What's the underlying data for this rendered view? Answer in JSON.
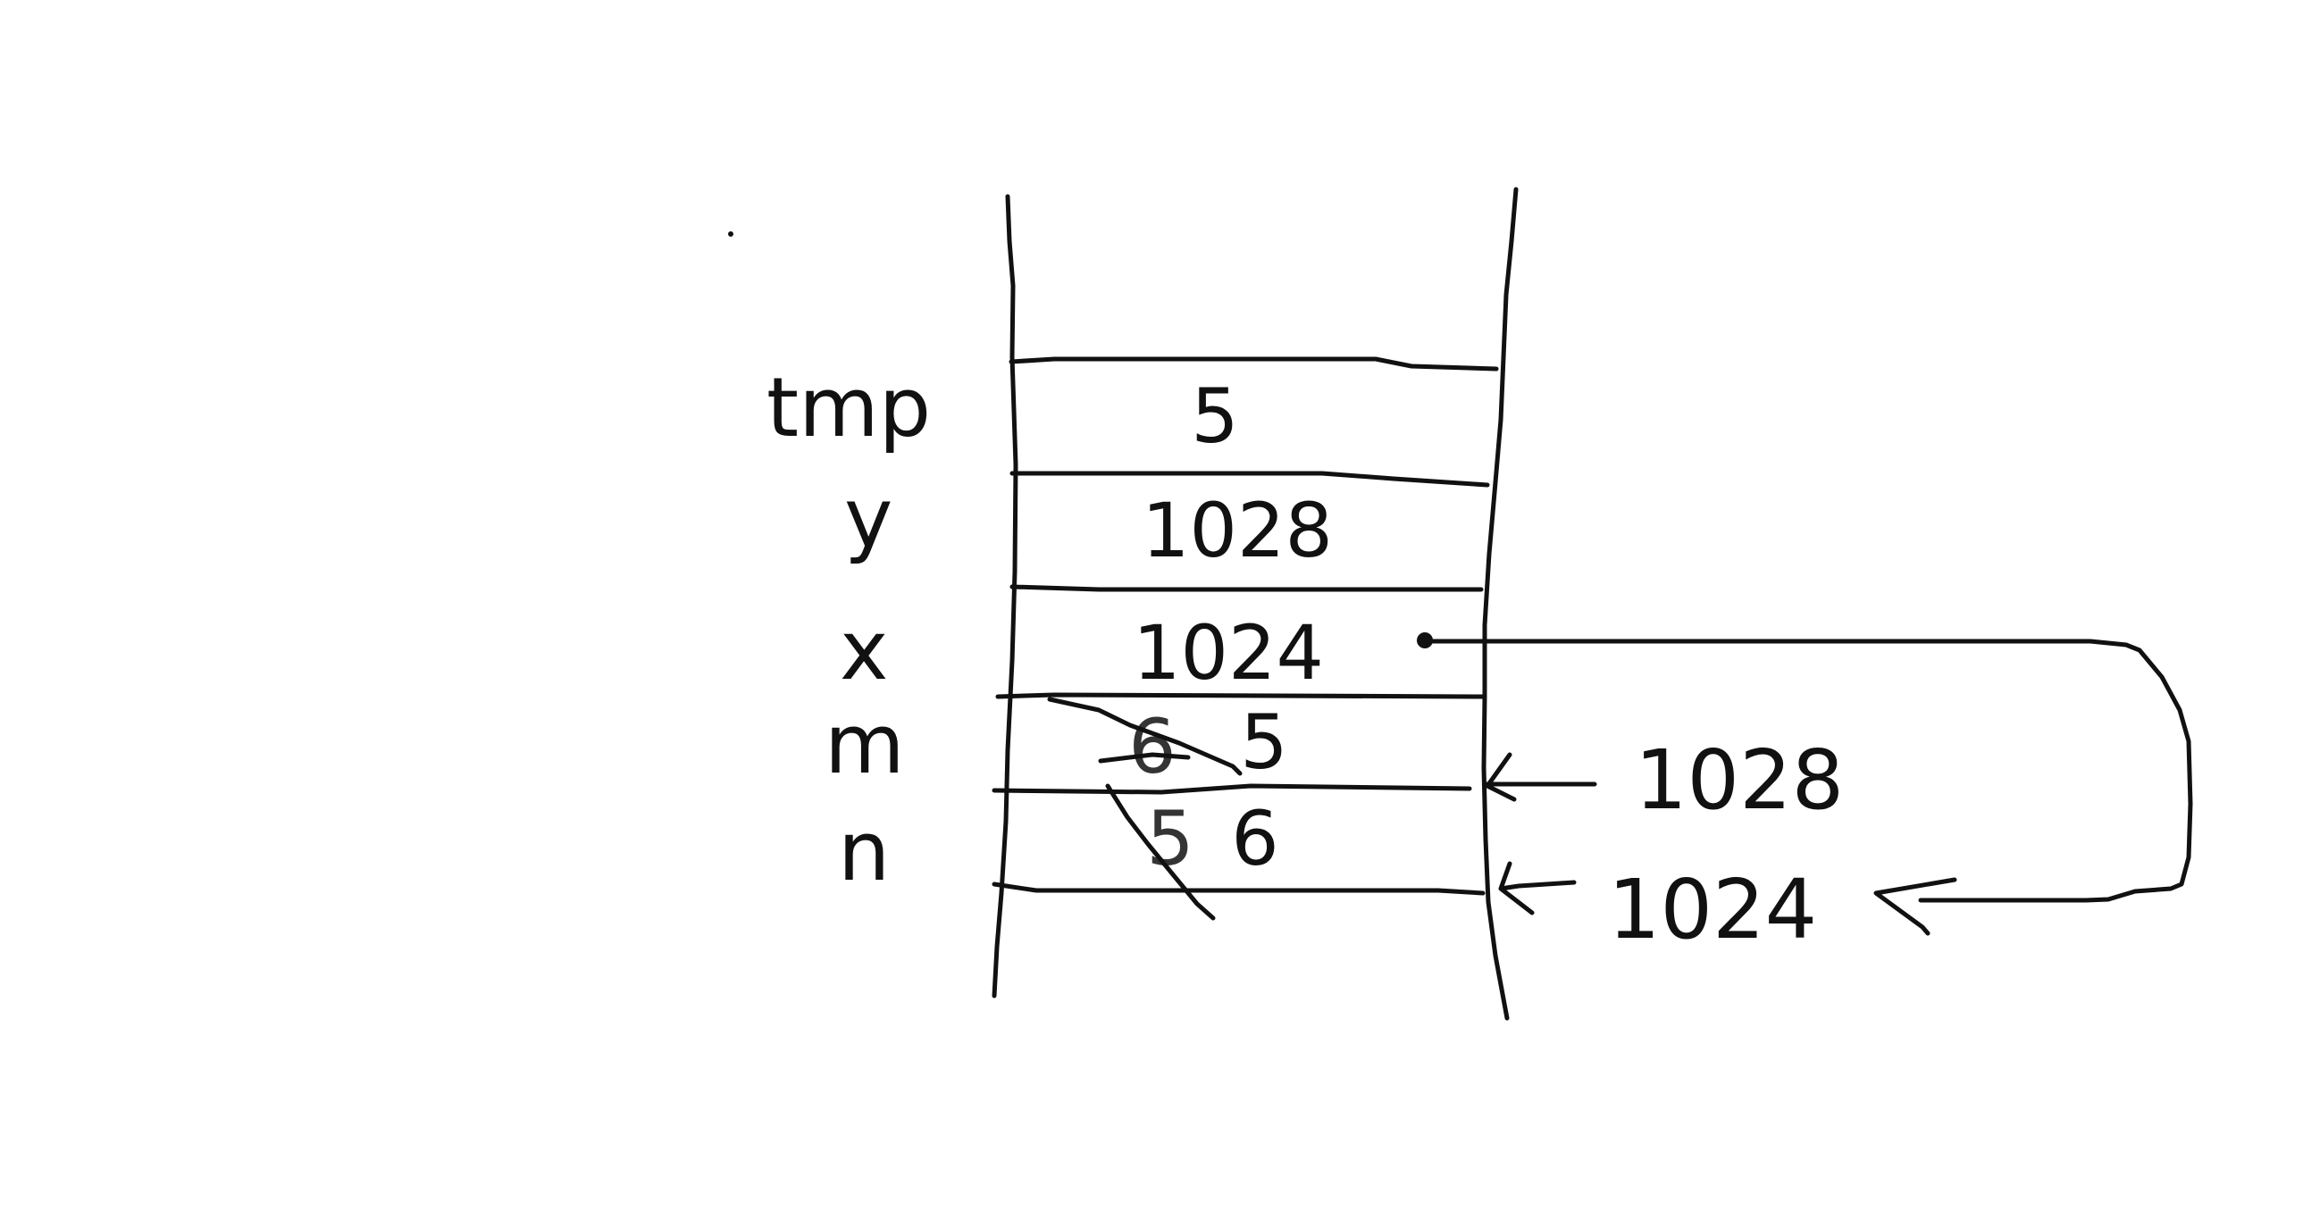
{
  "diagram": {
    "stack_slots": [
      {
        "variable": "tmp",
        "value": "5"
      },
      {
        "variable": "y",
        "value": "1028",
        "pointer_target_address": "1028"
      },
      {
        "variable": "x",
        "value": "1024",
        "pointer_target_address": "1024"
      },
      {
        "variable": "m",
        "old_value": "6",
        "value": "5",
        "address": "1028"
      },
      {
        "variable": "n",
        "old_value": "5",
        "value": "6",
        "address": "1024"
      }
    ],
    "colors": {
      "ink": "#111111",
      "background": "#ffffff"
    }
  }
}
